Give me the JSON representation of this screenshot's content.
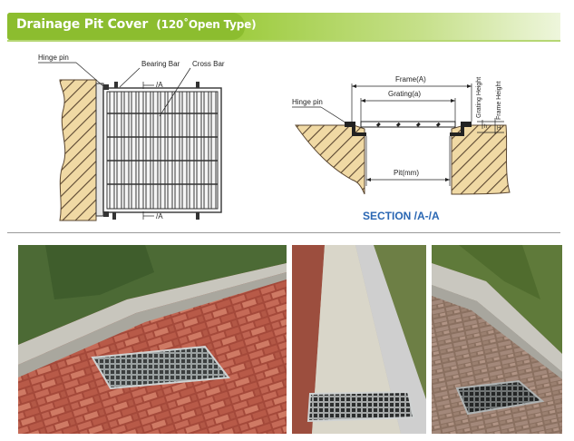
{
  "header": {
    "title": "Drainage Pit Cover",
    "subtitle": "(120˚Open Type)"
  },
  "plan_view": {
    "hinge_pin": "Hinge pin",
    "bearing_bar": "Bearing Bar",
    "cross_bar": "Cross Bar",
    "section_mark_top": "/A",
    "section_mark_bottom": "/A"
  },
  "section_view": {
    "hinge_pin": "Hinge pin",
    "frame": "Frame(A)",
    "grating": "Grating(a)",
    "pit": "Pit(mm)",
    "grating_height": "Grating Height",
    "frame_height": "Frame Height",
    "h_small": "h",
    "h_large": "H"
  },
  "section_label": "SECTION /A-/A",
  "colors": {
    "title_green": "#8cbd2f",
    "section_blue": "#2a67b3",
    "soil": "#f0d9a4"
  },
  "photos": [
    {
      "name": "brick-sidewalk-grating-photo"
    },
    {
      "name": "concrete-gutter-grating-photo"
    },
    {
      "name": "paved-gutter-grating-photo"
    }
  ]
}
